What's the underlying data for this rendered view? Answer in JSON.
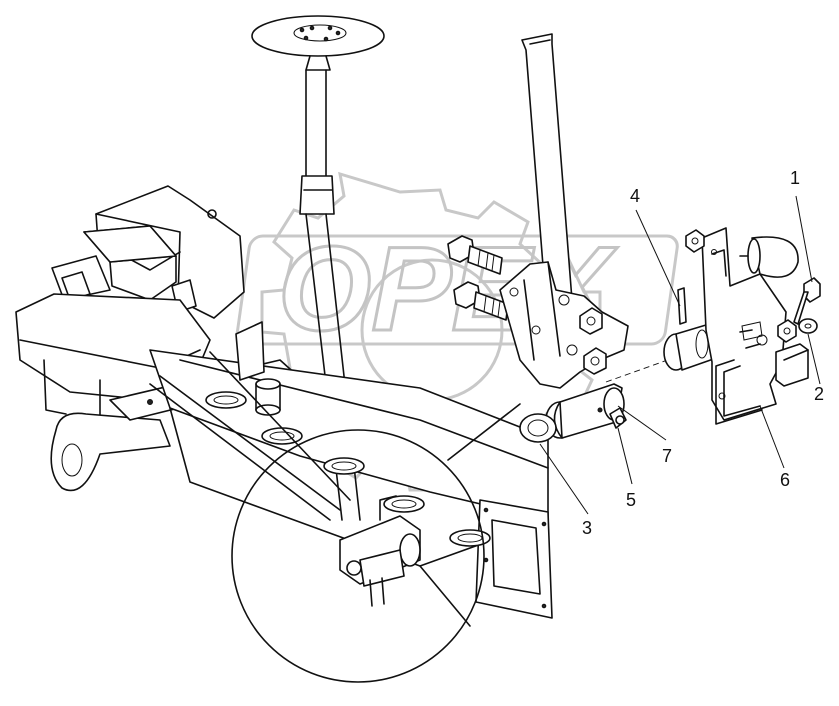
{
  "watermark": {
    "text": "OPEX"
  },
  "callouts": [
    {
      "id": "1",
      "label": "1"
    },
    {
      "id": "2",
      "label": "2"
    },
    {
      "id": "3",
      "label": "3"
    },
    {
      "id": "4",
      "label": "4"
    },
    {
      "id": "5",
      "label": "5"
    },
    {
      "id": "6",
      "label": "6"
    },
    {
      "id": "7",
      "label": "7"
    }
  ],
  "colors": {
    "line": "#111111",
    "watermark": "#c8c8c8",
    "background": "#ffffff"
  }
}
